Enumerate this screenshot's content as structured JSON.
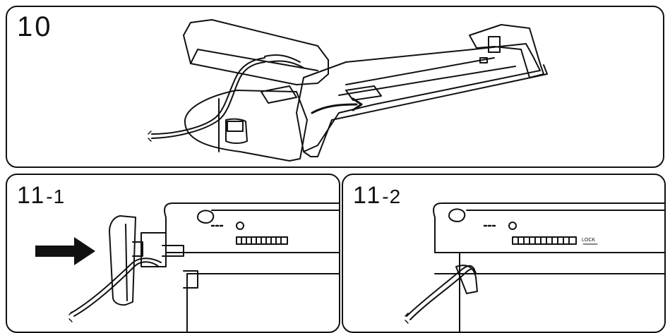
{
  "steps": {
    "step10": {
      "number": "10"
    },
    "step11_1": {
      "number": "11",
      "sub": "-1"
    },
    "step11_2": {
      "number": "11",
      "sub": "-2"
    }
  },
  "labels": {
    "lock": "LOCK"
  }
}
